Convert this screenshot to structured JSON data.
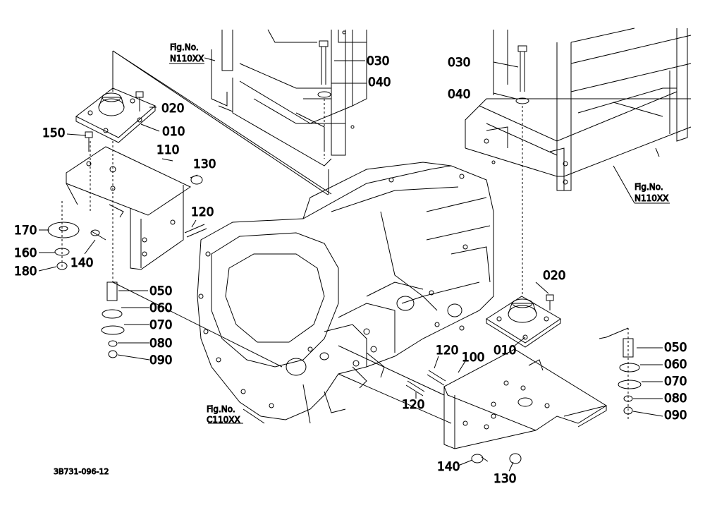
{
  "diagram": {
    "code": "3B731-096-12",
    "references": [
      {
        "id": "ref-top-left",
        "line1": "Fig.No.",
        "line2": "N110XX"
      },
      {
        "id": "ref-top-right",
        "line1": "Fig.No.",
        "line2": "N110XX"
      },
      {
        "id": "ref-bottom",
        "line1": "Fig.No.",
        "line2": "C110XX"
      }
    ],
    "callouts": [
      {
        "id": "left-020",
        "text": "020"
      },
      {
        "id": "left-010",
        "text": "010"
      },
      {
        "id": "left-150",
        "text": "150"
      },
      {
        "id": "left-110",
        "text": "110"
      },
      {
        "id": "left-130",
        "text": "130"
      },
      {
        "id": "left-120",
        "text": "120"
      },
      {
        "id": "left-170",
        "text": "170"
      },
      {
        "id": "left-160",
        "text": "160"
      },
      {
        "id": "left-140",
        "text": "140"
      },
      {
        "id": "left-180",
        "text": "180"
      },
      {
        "id": "left-050",
        "text": "050"
      },
      {
        "id": "left-060",
        "text": "060"
      },
      {
        "id": "left-070",
        "text": "070"
      },
      {
        "id": "left-080",
        "text": "080"
      },
      {
        "id": "left-090",
        "text": "090"
      },
      {
        "id": "mid-030",
        "text": "030"
      },
      {
        "id": "mid-040",
        "text": "040"
      },
      {
        "id": "right-030",
        "text": "030"
      },
      {
        "id": "right-040",
        "text": "040"
      },
      {
        "id": "right-020",
        "text": "020"
      },
      {
        "id": "right-010",
        "text": "010"
      },
      {
        "id": "right-120a",
        "text": "120"
      },
      {
        "id": "right-100",
        "text": "100"
      },
      {
        "id": "right-120b",
        "text": "120"
      },
      {
        "id": "right-050",
        "text": "050"
      },
      {
        "id": "right-060",
        "text": "060"
      },
      {
        "id": "right-070",
        "text": "070"
      },
      {
        "id": "right-080",
        "text": "080"
      },
      {
        "id": "right-090",
        "text": "090"
      },
      {
        "id": "right-140",
        "text": "140"
      },
      {
        "id": "right-130",
        "text": "130"
      }
    ]
  }
}
